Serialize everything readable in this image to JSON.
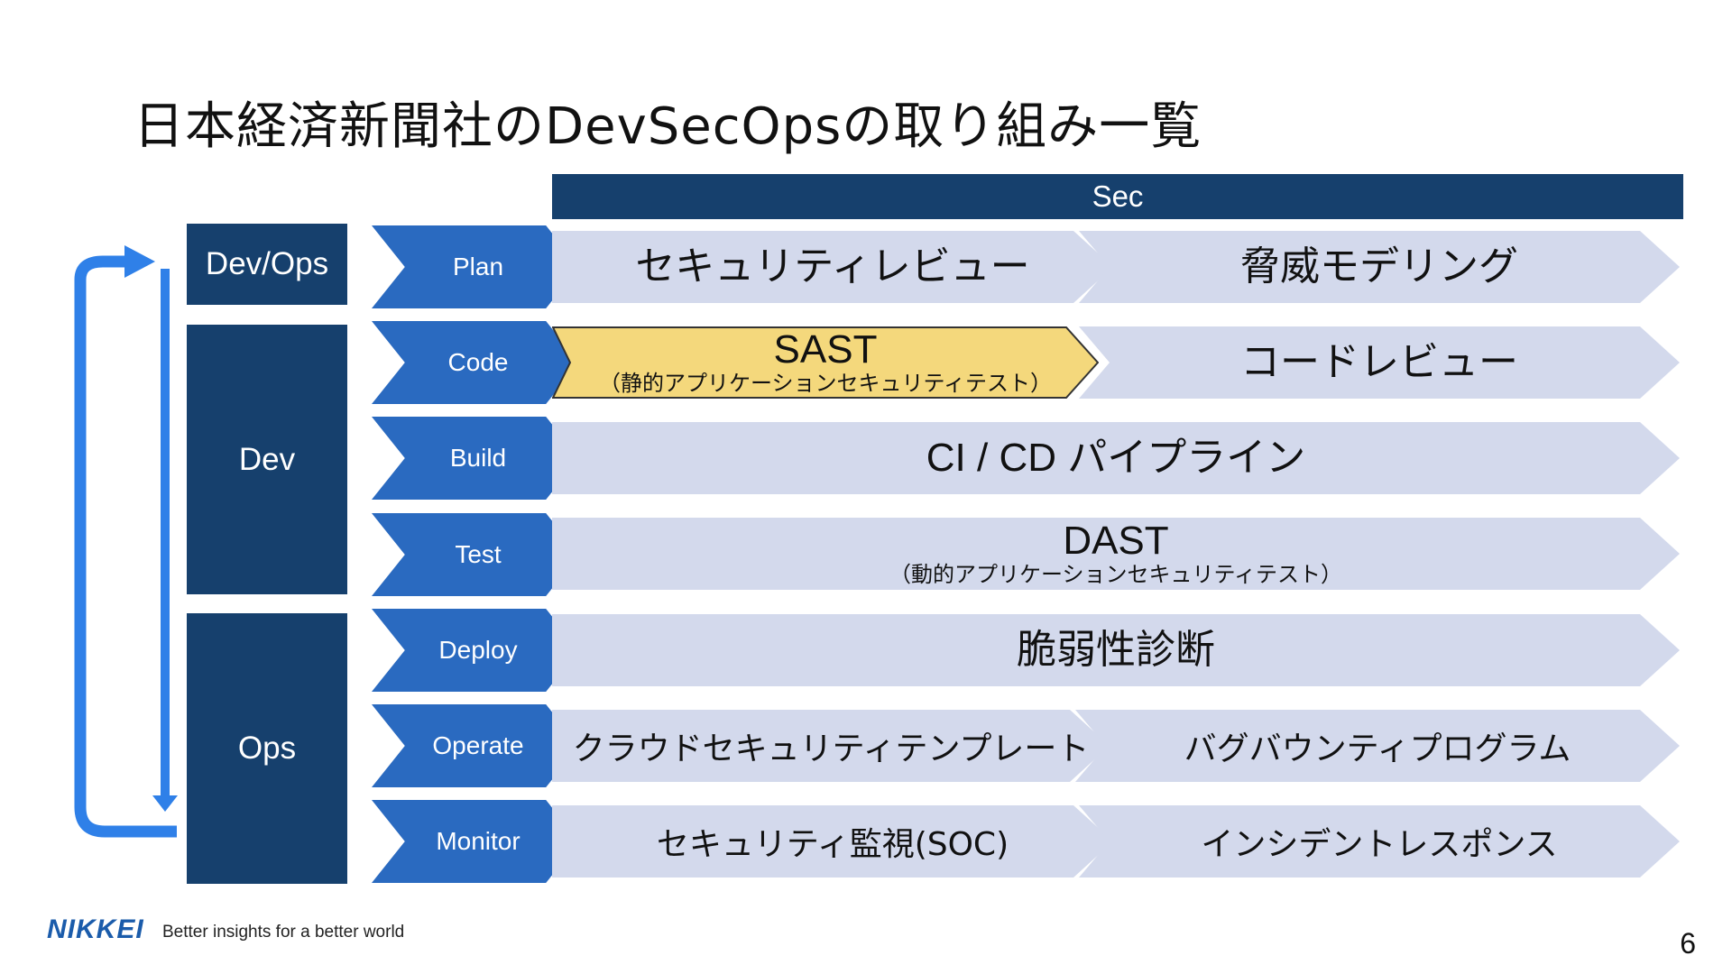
{
  "title": "日本経済新聞社のDevSecOpsの取り組み一覧",
  "sec_header": "Sec",
  "groups": [
    {
      "label": "Dev/Ops"
    },
    {
      "label": "Dev"
    },
    {
      "label": "Ops"
    }
  ],
  "phases": [
    {
      "label": "Plan"
    },
    {
      "label": "Code"
    },
    {
      "label": "Build"
    },
    {
      "label": "Test"
    },
    {
      "label": "Deploy"
    },
    {
      "label": "Operate"
    },
    {
      "label": "Monitor"
    }
  ],
  "practices": {
    "security_review": "セキュリティレビュー",
    "threat_modeling": "脅威モデリング",
    "sast": {
      "title": "SAST",
      "subtitle": "（静的アプリケーションセキュリティテスト）"
    },
    "code_review": "コードレビュー",
    "cicd": "CI / CD パイプライン",
    "dast": {
      "title": "DAST",
      "subtitle": "（動的アプリケーションセキュリティテスト）"
    },
    "vuln_assessment": "脆弱性診断",
    "cloud_template": "クラウドセキュリティテンプレート",
    "bug_bounty": "バグバウンティプログラム",
    "soc": "セキュリティ監視(SOC)",
    "incident_response": "インシデントレスポンス"
  },
  "colors": {
    "navy": "#16406d",
    "blue": "#2a6ac0",
    "band": "#d3d9ec",
    "highlight": "#f4d87c",
    "loop_arrow": "#2f80e8"
  },
  "footer": {
    "logo": "NIKKEI",
    "tagline": "Better insights for a better world",
    "page_number": "6"
  }
}
